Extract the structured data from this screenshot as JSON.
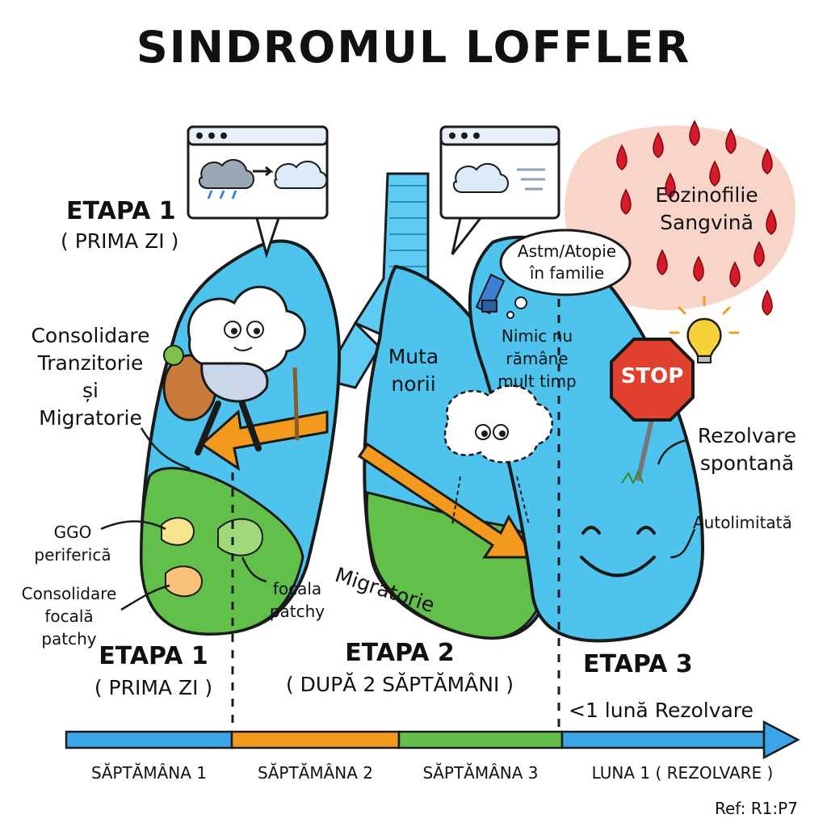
{
  "title": "SINDROMUL LOFFLER",
  "stage1": {
    "title": "ETAPA 1",
    "sub": "( PRIMA ZI )"
  },
  "stage1_bottom": {
    "title": "ETAPA 1",
    "sub": "( PRIMA ZI )"
  },
  "stage2": {
    "title": "ETAPA 2",
    "sub": "( DUPĂ 2 SĂPTĂMÂNI )"
  },
  "stage3": {
    "title": "ETAPA 3",
    "sub": "<1 lună Rezolvare"
  },
  "labels": {
    "consolidation_line1": "Consolidare",
    "consolidation_line2": "Tranzitorie",
    "consolidation_line3": "și",
    "consolidation_line4": "Migratorie",
    "ggo_line1": "GGO",
    "ggo_line2": "periferică",
    "focal_line1": "Consolidare",
    "focal_line2": "focală",
    "focal_line3": "patchy",
    "focala_patchy_line1": "focala",
    "focala_patchy_line2": "patchy",
    "muta_line1": "Muta",
    "muta_line2": "norii",
    "nimic_line1": "Nimic nu",
    "nimic_line2": "rămâne",
    "nimic_line3": "mult timp",
    "migratorie": "Migratorie",
    "astm_line1": "Astm/Atopie",
    "astm_line2": "în familie",
    "eozinofilie_line1": "Eozinofilie",
    "eozinofilie_line2": "Sangvină",
    "stop": "STOP",
    "rezolvare_line1": "Rezolvare",
    "rezolvare_line2": "spontană",
    "autolimitata": "Autolimitată"
  },
  "timeline": [
    "SĂPTĂMÂNA 1",
    "SĂPTĂMÂNA 2",
    "SĂPTĂMÂNA 3",
    "LUNA 1 ( REZOLVARE )"
  ],
  "ref": "Ref: R1:P7",
  "colors": {
    "lung_blue": "#4dc3ee",
    "lung_green": "#62c04a",
    "arrow_orange": "#f39a1e",
    "blood_red": "#d61a2a",
    "stop_red": "#e2402e",
    "timeline_blue": "#3aa6e8"
  }
}
